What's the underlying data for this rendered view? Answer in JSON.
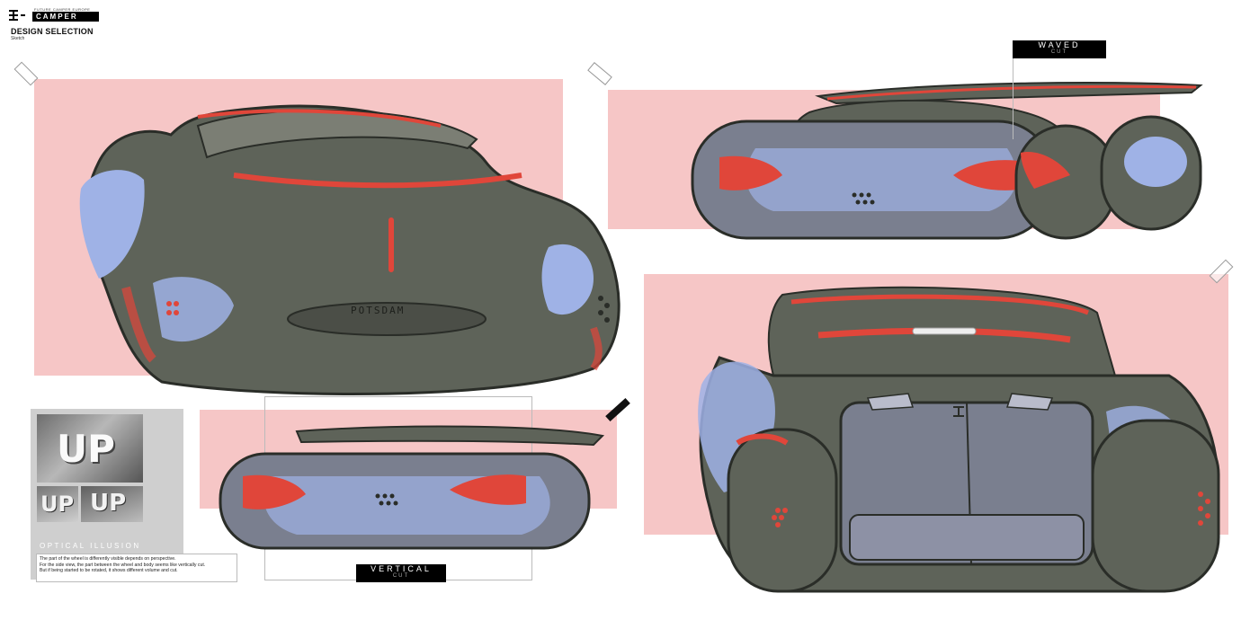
{
  "brand": {
    "logo_icon": "camper-logo-icon",
    "sub_label": "FUTURE CAMPER EUROPE",
    "name": "CAMPER"
  },
  "page": {
    "title": "DESIGN SELECTION",
    "subtitle": "Sketch"
  },
  "sketches": {
    "front_view": {
      "plate_text": "POTSDAM"
    },
    "side_view_top": {},
    "side_view_bottom": {},
    "rear_view": {}
  },
  "tags": {
    "waved": {
      "line1": "WAVED",
      "line2": "CUT"
    },
    "vertical": {
      "line1": "VERTICAL",
      "line2": "CUT"
    }
  },
  "illusion": {
    "photo_text": "UP",
    "title": "OPTICAL ILLUSION",
    "lines": [
      "The part of the wheel is differently visible depends on perspective.",
      "For the side view, the part between the wheel and body seems like vertically cut.",
      "But if being started to be rotated, it shows different volume and cut."
    ]
  },
  "colors": {
    "pink": "#f6c6c6",
    "body_dark": "#5e6359",
    "accent_red": "#e0463a",
    "blue": "#9fb2e6"
  }
}
